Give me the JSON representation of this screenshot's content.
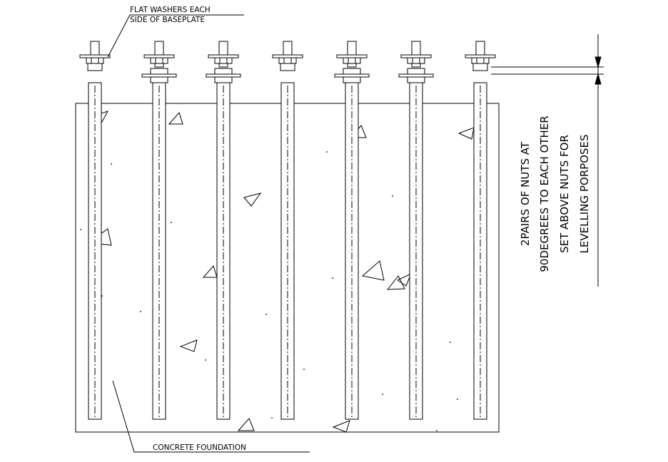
{
  "drawing": {
    "washer_label_line1": "FLAT WASHERS EACH",
    "washer_label_line2": "SIDE OF BASEPLATE",
    "foundation_label": "CONCRETE FOUNDATION",
    "side_note_lines": [
      "2PAIRS OF NUTS AT",
      "90DEGREES TO EACH OTHER",
      "SET ABOVE NUTS FOR",
      "LEVELLING PORPOSES"
    ],
    "bolt_count": 7,
    "ink_color": "#000000",
    "background_color": "#ffffff"
  }
}
